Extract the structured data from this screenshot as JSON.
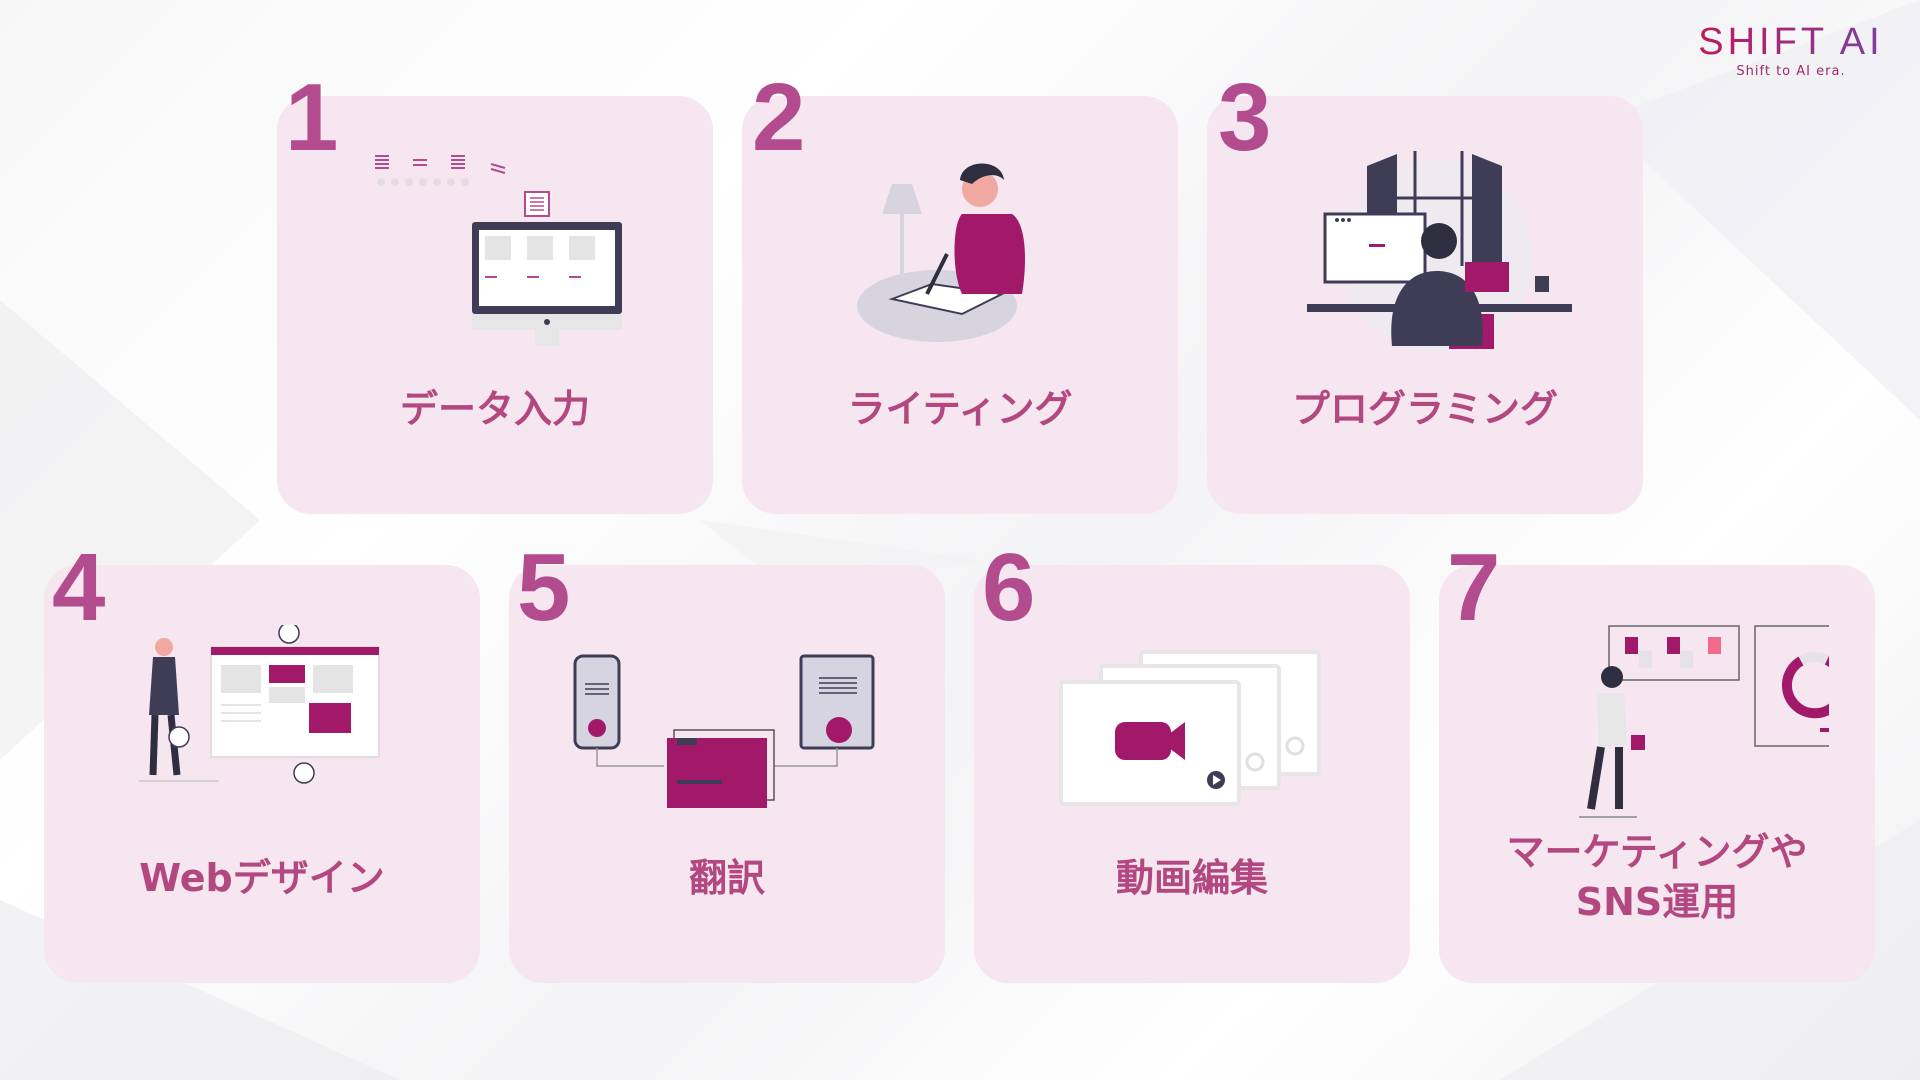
{
  "logo": {
    "main": "SHIFT AI",
    "tagline": "Shift to AI era."
  },
  "colors": {
    "accent": "#b24c8e",
    "card_bg": "#f5e6ef",
    "magenta": "#a3196a",
    "dark": "#3f3d56",
    "logo_start": "#c2185b",
    "logo_end": "#7b3fa0"
  },
  "cards": [
    {
      "number": "1",
      "label": "データ入力",
      "icon": "computer-data-entry-illustration"
    },
    {
      "number": "2",
      "label": "ライティング",
      "icon": "person-writing-illustration"
    },
    {
      "number": "3",
      "label": "プログラミング",
      "icon": "programmer-at-desk-illustration"
    },
    {
      "number": "4",
      "label": "Webデザイン",
      "icon": "web-design-layout-illustration"
    },
    {
      "number": "5",
      "label": "翻訳",
      "icon": "devices-translation-illustration"
    },
    {
      "number": "6",
      "label": "動画編集",
      "icon": "video-frames-illustration"
    },
    {
      "number": "7",
      "label_line1": "マーケティングや",
      "label_line2": "SNS運用",
      "icon": "marketing-analytics-illustration"
    }
  ]
}
